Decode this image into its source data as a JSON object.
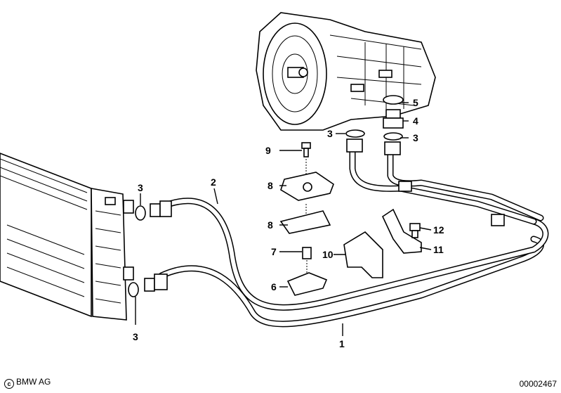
{
  "diagram": {
    "callouts": [
      {
        "id": "c1",
        "label": "1"
      },
      {
        "id": "c2",
        "label": "2"
      },
      {
        "id": "c3a",
        "label": "3"
      },
      {
        "id": "c3b",
        "label": "3"
      },
      {
        "id": "c3c",
        "label": "3"
      },
      {
        "id": "c3d",
        "label": "3"
      },
      {
        "id": "c4",
        "label": "4"
      },
      {
        "id": "c5",
        "label": "5"
      },
      {
        "id": "c6",
        "label": "6"
      },
      {
        "id": "c7",
        "label": "7"
      },
      {
        "id": "c8a",
        "label": "8"
      },
      {
        "id": "c8b",
        "label": "8"
      },
      {
        "id": "c9",
        "label": "9"
      },
      {
        "id": "c10",
        "label": "10"
      },
      {
        "id": "c11",
        "label": "11"
      },
      {
        "id": "c12",
        "label": "12"
      }
    ]
  },
  "footer": {
    "copyright_symbol": "c",
    "copyright": "BMW AG",
    "drawing_number": "00002467"
  }
}
